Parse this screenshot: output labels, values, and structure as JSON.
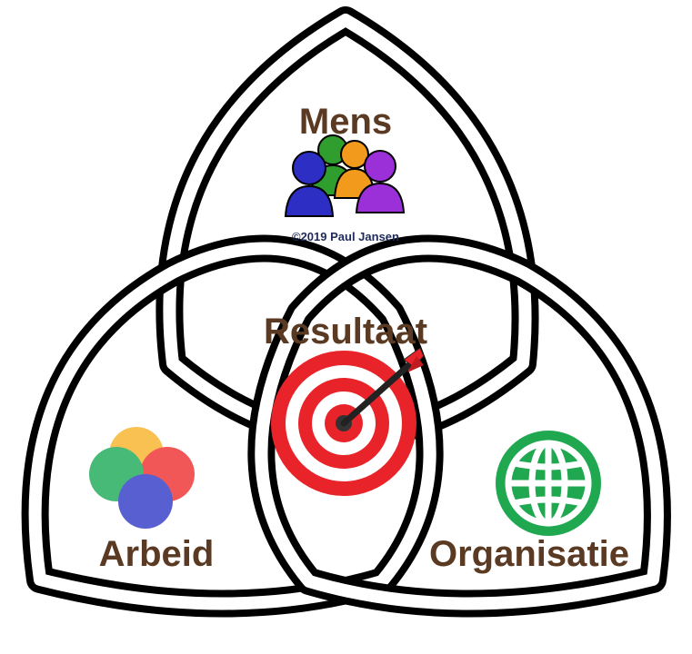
{
  "diagram": {
    "labels": {
      "top": "Mens",
      "center": "Resultaat",
      "left": "Arbeid",
      "right": "Organisatie"
    },
    "copyright": "©2019 Paul Jansen",
    "icons": {
      "top": "people-group-icon",
      "center": "target-arrow-icon",
      "left": "color-circles-icon",
      "right": "globe-icon"
    },
    "colors": {
      "label_text": "#5a3a22",
      "copyright_text": "#1f2a5a",
      "outline": "#000000",
      "target_red": "#e8242a",
      "globe_green": "#1fa84f",
      "person_blue": "#2c2ec4",
      "person_green": "#2f9e2f",
      "person_orange": "#f29a1c",
      "person_purple": "#9b2fd8",
      "circle_orange": "#f7b733",
      "circle_red": "#f03a3a",
      "circle_green": "#27ae60",
      "circle_blue": "#3a44c9"
    }
  }
}
